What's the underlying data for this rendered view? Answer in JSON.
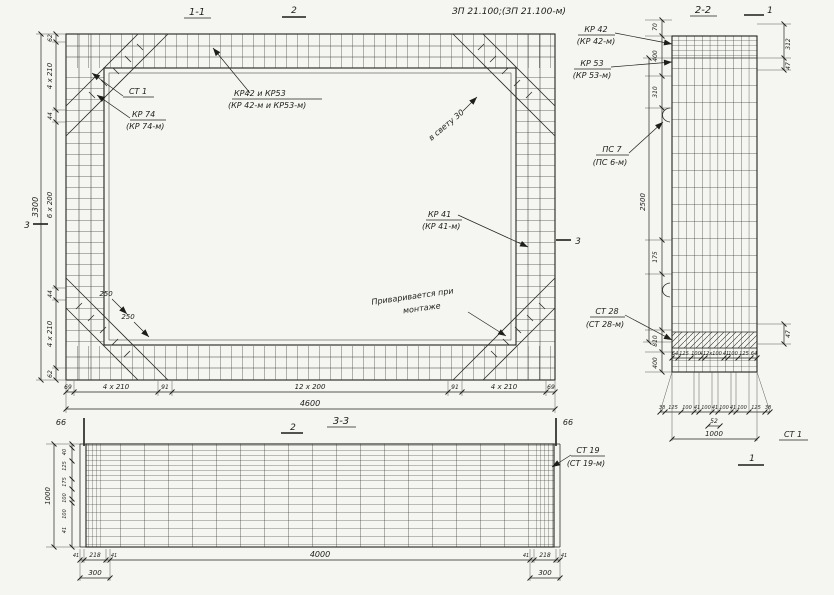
{
  "doc": {
    "title": "ЗП 21.100;(ЗП 21.100-м)"
  },
  "v1": {
    "title": "1-1",
    "sec2": "2",
    "sec3r": "3",
    "sec3l": "3",
    "st1": "СТ 1",
    "kr4253": "КР42 и КР53",
    "kr4253m": "(КР 42-м и КР53-м)",
    "kr74": "КР 74",
    "kr74m": "(КР 74-м)",
    "clear": "в свету 30",
    "kr41": "КР 41",
    "kr41m": "(КР 41-м)",
    "weld1": "Приваривается при",
    "weld2": "монтаже",
    "d250a": "250",
    "d250b": "250",
    "db": [
      "69",
      "4 х 210",
      "91",
      "12 х 200",
      "91",
      "4 х 210",
      "69"
    ],
    "dbt": "4600",
    "dl": [
      "62",
      "4 х 210",
      "44",
      "6 х 200",
      "44",
      "4 х 210",
      "62"
    ],
    "dlt": "3300"
  },
  "v2": {
    "title": "2-2",
    "sec1t": "1",
    "sec1b": "1",
    "kr42": "КР 42",
    "kr42m": "(КР 42-м)",
    "kr53": "КР 53",
    "kr53m": "(КР 53-м)",
    "ps7": "ПС 7",
    "ps7m": "(ПС 6-м)",
    "st28": "СТ 28",
    "st28m": "(СТ 28-м)",
    "st1": "СТ 1",
    "d70": "70",
    "d400t": "400",
    "d310": "310",
    "d2500": "2500",
    "d175": "175",
    "d810": "810",
    "d400b": "400",
    "d312": "312",
    "d47t": "47",
    "d47b": "47",
    "r1": [
      "64",
      "125",
      "100",
      "41",
      "2х100",
      "41",
      "100",
      "125",
      "64"
    ],
    "r2": [
      "38",
      "125",
      "100",
      "41",
      "100",
      "41",
      "100",
      "41",
      "100",
      "125",
      "38"
    ],
    "d52": "52",
    "d1000": "1000"
  },
  "v3": {
    "title": "3-3",
    "sec2": "2",
    "cutl": "66",
    "cutr": "66",
    "st19": "СТ 19",
    "st19m": "(СТ 19-м)",
    "dl": [
      "40",
      "125",
      "175",
      "100",
      "100",
      "41"
    ],
    "dlt": "1000",
    "bl": [
      "41",
      "218",
      "41"
    ],
    "d4000": "4000",
    "br": [
      "41",
      "218",
      "41"
    ],
    "d300l": "300",
    "d300r": "300"
  }
}
